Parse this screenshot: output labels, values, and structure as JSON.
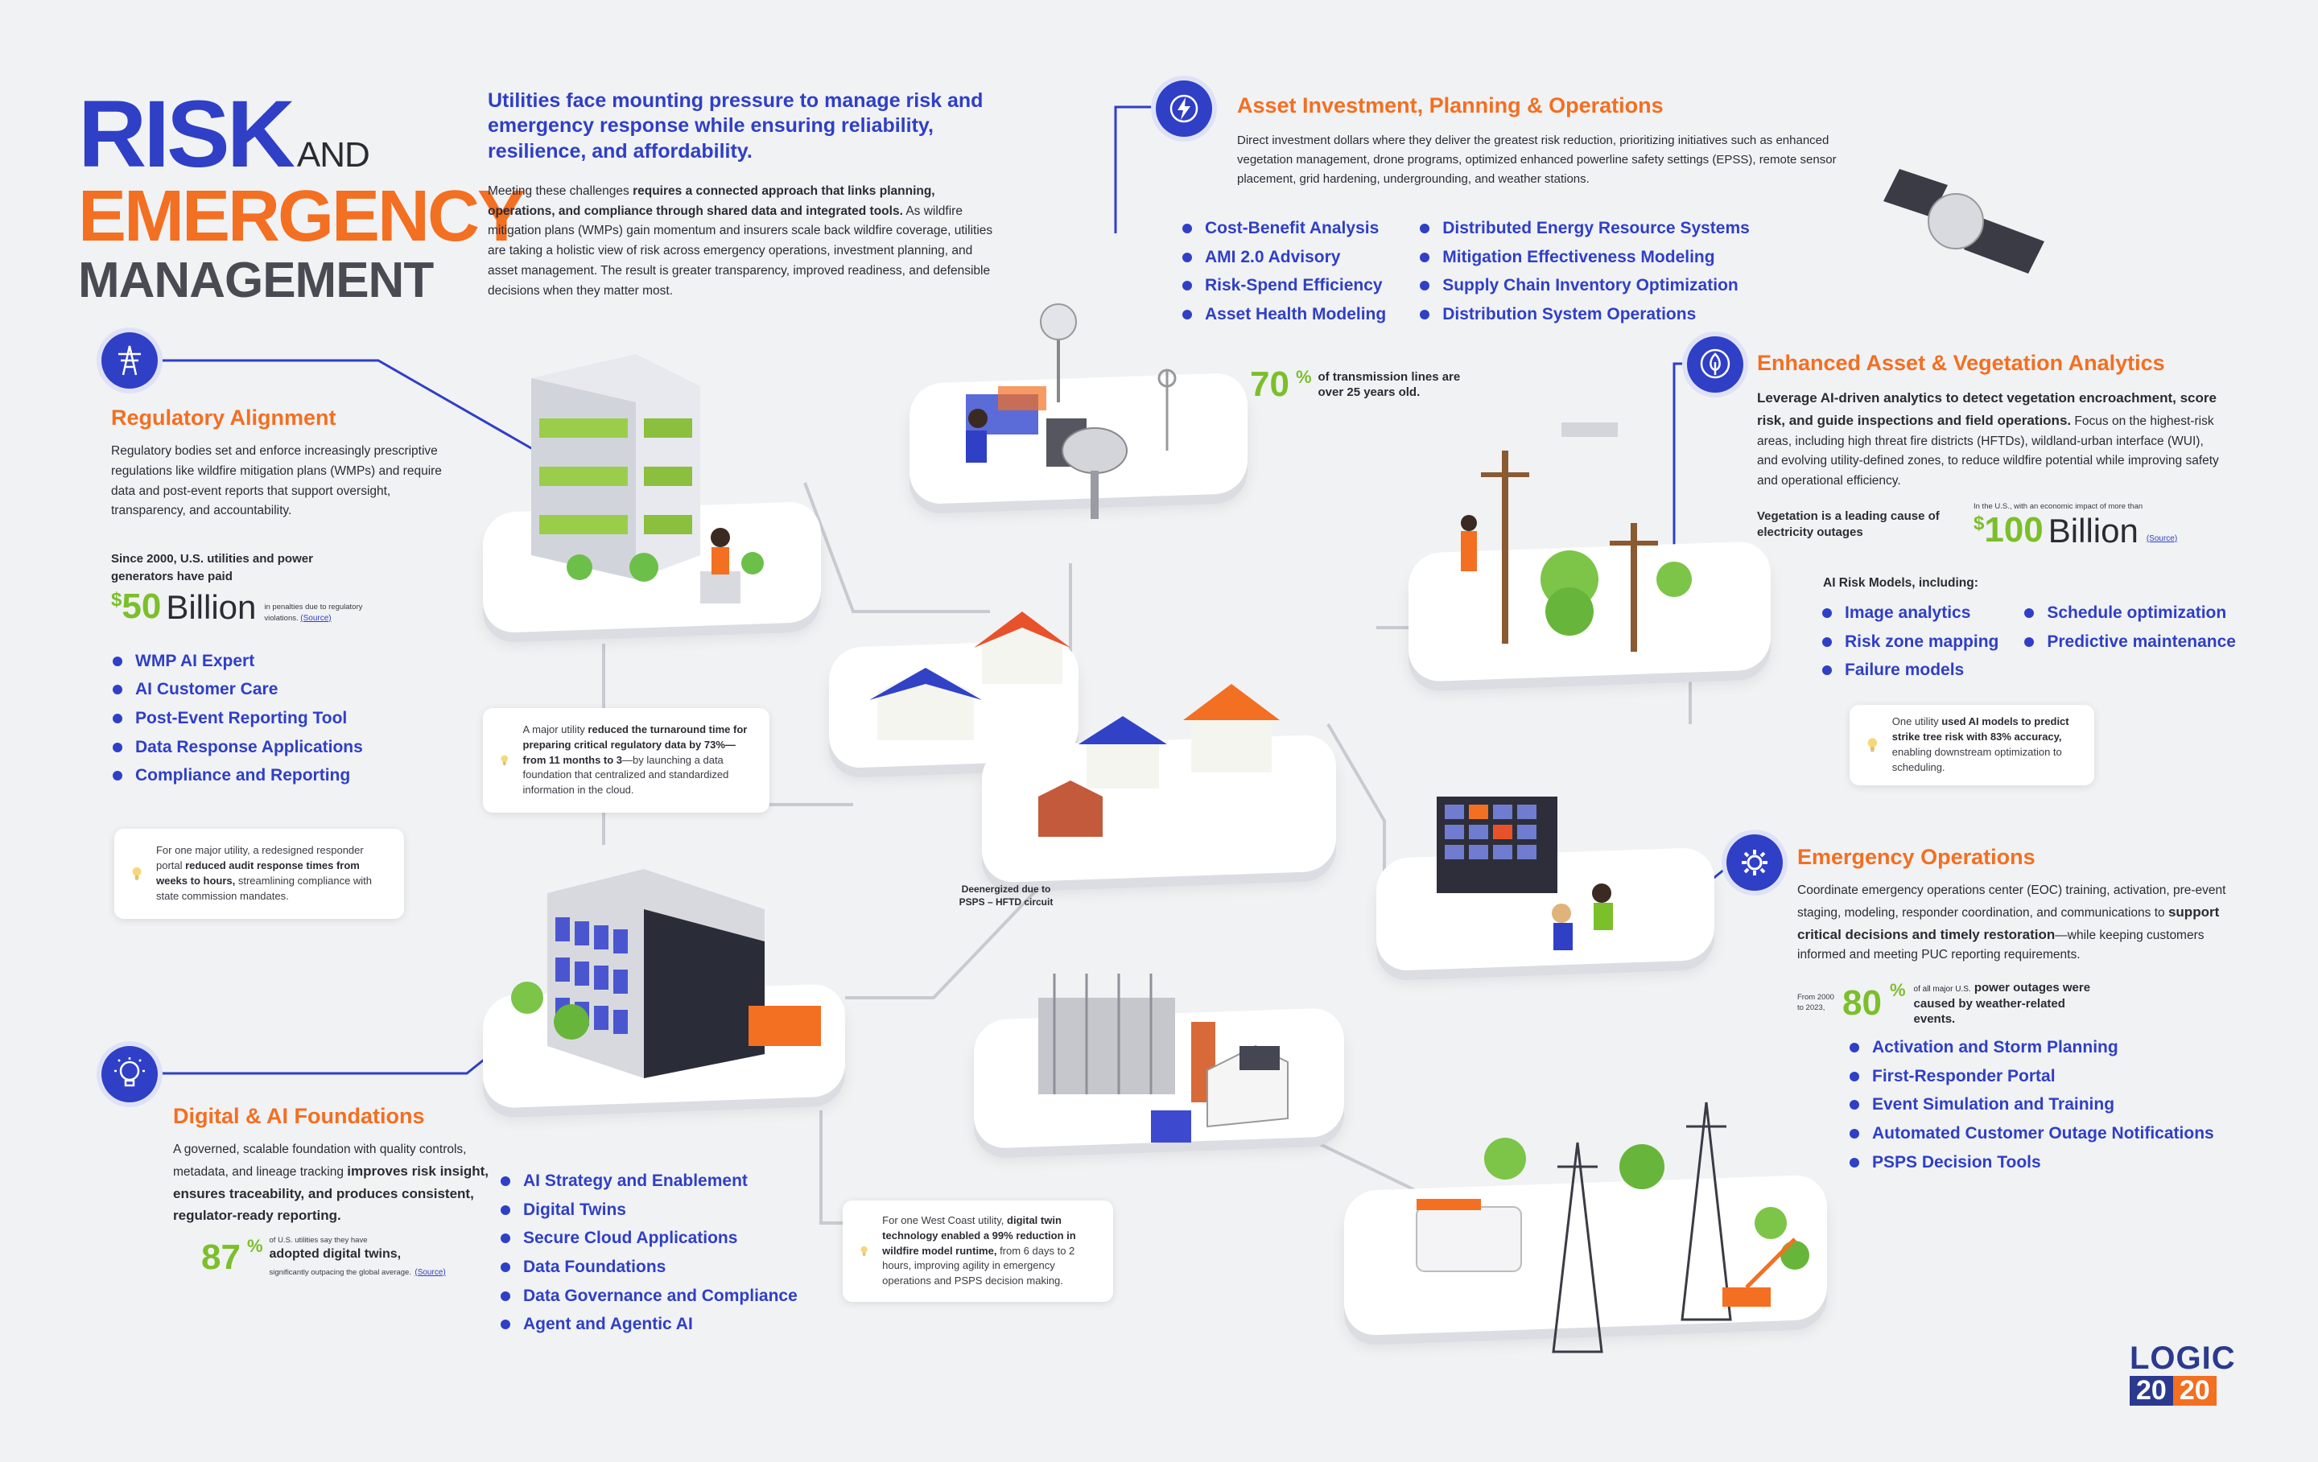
{
  "title": {
    "line1": "RISK",
    "and": "AND",
    "line2": "EMERGENCY",
    "line3": "MANAGEMENT"
  },
  "intro": {
    "headline": "Utilities face mounting pressure to manage risk and emergency response while ensuring reliability, resilience, and affordability.",
    "lead_plain": "Meeting these challenges ",
    "lead_bold": "requires a connected approach that links planning, operations, and compliance through shared data and integrated tools.",
    "rest": " As wildfire mitigation plans (WMPs) gain momentum and insurers scale back wildfire coverage, utilities are taking a holistic view of risk across emergency operations, investment planning, and asset management. The result is greater transparency, improved readiness, and defensible decisions when they matter most."
  },
  "regulatory": {
    "title": "Regulatory Alignment",
    "body": "Regulatory bodies set and enforce increasingly prescriptive regulations like wildfire mitigation plans (WMPs) and require data and post-event reports that support oversight, transparency, and accountability.",
    "stat_lead": "Since 2000, U.S. utilities and power generators have paid",
    "stat_currency": "$",
    "stat_num": "50",
    "stat_unit": "Billion",
    "stat_note": "in penalties due to regulatory violations.",
    "source": "(Source)",
    "items": [
      "WMP AI Expert",
      "AI Customer Care",
      "Post-Event Reporting Tool",
      "Data Response Applications",
      "Compliance and Reporting"
    ],
    "callout_plain1": "For one major utility, a redesigned responder portal ",
    "callout_bold": "reduced audit response times from weeks to hours,",
    "callout_plain2": " streamlining compliance with state commission mandates."
  },
  "callout_center": {
    "plain1": "A major utility ",
    "bold": "reduced the turnaround time for preparing critical regulatory data by 73%—from 11 months to 3",
    "plain2": "—by launching a data foundation that centralized and standardized information in the cloud."
  },
  "asset": {
    "title": "Asset Investment, Planning & Operations",
    "body": "Direct investment dollars where they deliver the greatest risk reduction, prioritizing initiatives such as enhanced vegetation management, drone programs, optimized enhanced powerline safety settings (EPSS), remote sensor placement, grid hardening, undergrounding, and weather stations.",
    "items_left": [
      "Cost-Benefit Analysis",
      "AMI 2.0 Advisory",
      "Risk-Spend Efficiency",
      "Asset Health Modeling"
    ],
    "items_right": [
      "Distributed Energy Resource Systems",
      "Mitigation Effectiveness Modeling",
      "Supply Chain Inventory Optimization",
      "Distribution System Operations"
    ],
    "stat_num": "70",
    "stat_pct": "%",
    "stat_text": "of transmission lines are over 25 years old."
  },
  "vegetation": {
    "title": "Enhanced Asset & Vegetation Analytics",
    "body_bold": "Leverage AI-driven analytics to detect vegetation encroachment, score risk, and guide inspections and field operations.",
    "body_plain": " Focus on the highest-risk areas, including high threat fire districts (HFTDs), wildland-urban interface (WUI), and evolving utility-defined zones, to reduce wildfire potential while improving safety and operational efficiency.",
    "stat_lead": "Vegetation is a leading cause of electricity outages",
    "stat_pre": "In the U.S., with an economic impact of more than",
    "stat_currency": "$",
    "stat_num": "100",
    "stat_unit": "Billion",
    "source": "(Source)",
    "models_label": "AI Risk Models, including:",
    "items_left": [
      "Image analytics",
      "Risk zone mapping",
      "Failure models"
    ],
    "items_right": [
      "Schedule optimization",
      "Predictive maintenance"
    ],
    "callout_plain1": "One utility ",
    "callout_bold": "used AI models to predict strike tree risk with 83% accuracy,",
    "callout_plain2": " enabling downstream optimization to scheduling."
  },
  "emergency": {
    "title": "Emergency Operations",
    "body_plain1": "Coordinate emergency operations center (EOC) training, activation, pre-event staging, modeling, responder coordination, and communications to ",
    "body_bold": "support critical decisions and timely restoration",
    "body_plain2": "—while keeping customers informed and meeting PUC reporting requirements.",
    "stat_pre": "From 2000 to 2023,",
    "stat_num": "80",
    "stat_pct": "%",
    "stat_small": "of all major U.S.",
    "stat_bold": "power outages were caused by weather-related events.",
    "items": [
      "Activation and Storm Planning",
      "First-Responder Portal",
      "Event Simulation and Training",
      "Automated Customer Outage Notifications",
      "PSPS Decision Tools"
    ]
  },
  "digital": {
    "title": "Digital & AI Foundations",
    "body_plain": "A governed, scalable foundation with quality controls, metadata, and lineage tracking ",
    "body_bold": "improves risk insight, ensures traceability, and produces consistent, regulator-ready reporting.",
    "stat_num": "87",
    "stat_pct": "%",
    "stat_small": "of U.S. utilities say they have",
    "stat_bold": "adopted digital twins,",
    "stat_rest": "significantly outpacing the global average.",
    "source": "(Source)",
    "items": [
      "AI Strategy and Enablement",
      "Digital Twins",
      "Secure Cloud Applications",
      "Data Foundations",
      "Data Governance and Compliance",
      "Agent and Agentic AI"
    ]
  },
  "callout_bottom": {
    "plain1": "For one West Coast utility, ",
    "bold": "digital twin technology enabled a 99% reduction in wildfire model runtime,",
    "plain2": " from 6 days to 2 hours, improving agility in emergency operations and PSPS decision making."
  },
  "deenergized_label": "Deenergized due to PSPS – HFTD circuit",
  "logo": {
    "top": "LOGIC",
    "left": "20",
    "right": "20"
  },
  "colors": {
    "blue": "#2f3fc6",
    "orange": "#f36f21",
    "green": "#7bbf2a",
    "background": "#f1f2f4"
  },
  "icons": [
    "transmission-tower-icon",
    "lightning-icon",
    "tree-icon",
    "gear-icon",
    "lightbulb-icon"
  ]
}
